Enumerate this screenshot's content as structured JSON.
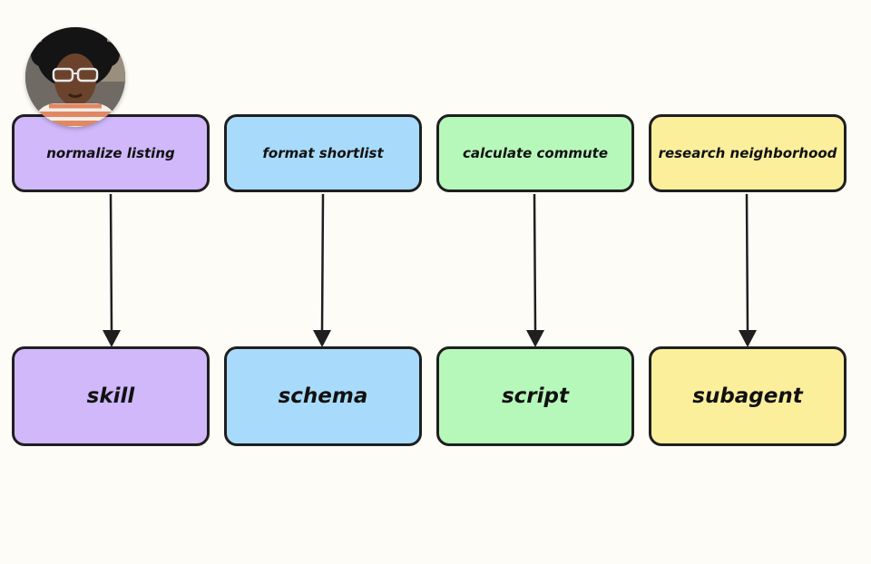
{
  "flow": {
    "columns": [
      {
        "task": "normalize listing",
        "type": "skill",
        "color": "#d0b8fb"
      },
      {
        "task": "format shortlist",
        "type": "schema",
        "color": "#a8dbfb"
      },
      {
        "task": "calculate commute",
        "type": "script",
        "color": "#b6f8b9"
      },
      {
        "task": "research neighborhood",
        "type": "subagent",
        "color": "#fcef9c"
      }
    ]
  },
  "presenter": {
    "avatar_icon": "presenter-webcam-avatar"
  }
}
